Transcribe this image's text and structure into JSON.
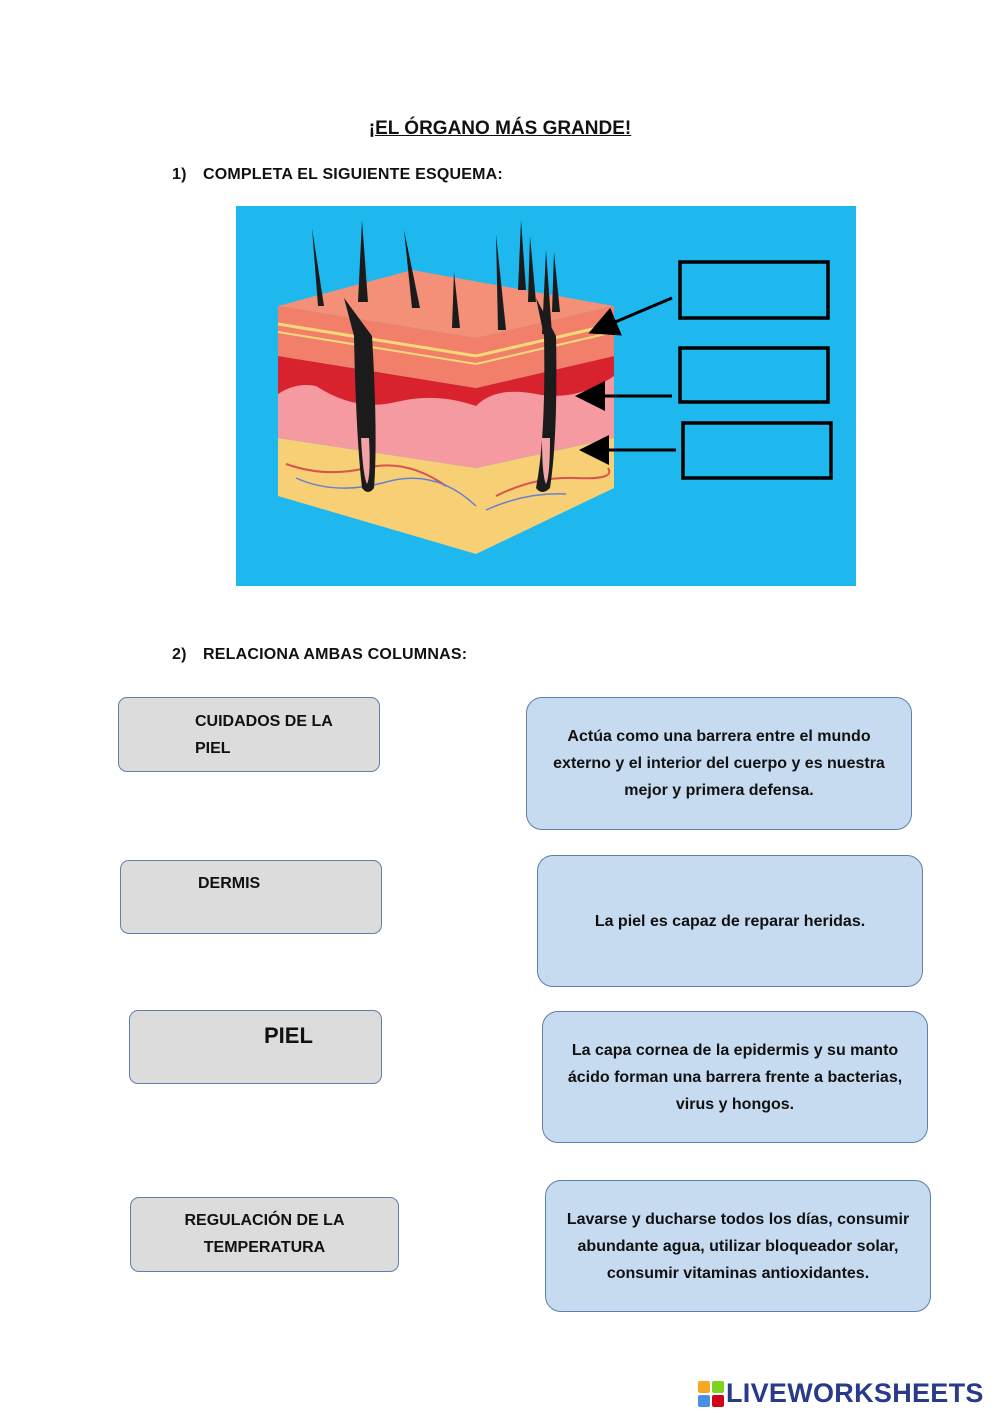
{
  "worksheet": {
    "title": "¡EL ÓRGANO MÁS GRANDE!",
    "question1": {
      "number": "1)",
      "text": "COMPLETA EL SIGUIENTE ESQUEMA:"
    },
    "question2": {
      "number": "2)",
      "text": "RELACIONA AMBAS COLUMNAS:"
    }
  },
  "diagram": {
    "background_color": "#1fb8ee",
    "answer_boxes": [
      "",
      "",
      ""
    ]
  },
  "left_column": [
    {
      "line1": "CUIDADOS DE LA",
      "line2": "PIEL"
    },
    {
      "line1": "DERMIS",
      "line2": ""
    },
    {
      "line1": "PIEL",
      "line2": ""
    },
    {
      "line1": "REGULACIÓN DE LA",
      "line2": "TEMPERATURA"
    }
  ],
  "right_column": [
    {
      "text": "Actúa como una barrera entre el mundo externo y el interior del cuerpo y es nuestra mejor y primera defensa."
    },
    {
      "text": "La piel es capaz de reparar heridas."
    },
    {
      "text": "La capa cornea de la epidermis y su manto ácido forman una barrera frente a bacterias, virus y hongos."
    },
    {
      "text": "Lavarse y ducharse todos los días, consumir abundante agua, utilizar bloqueador solar, consumir vitaminas antioxidantes."
    }
  ],
  "branding": {
    "logo_text": "LIVEWORKSHEETS",
    "logo_icon": "liveworksheets-logo-icon",
    "color": "#2a3a8a"
  }
}
